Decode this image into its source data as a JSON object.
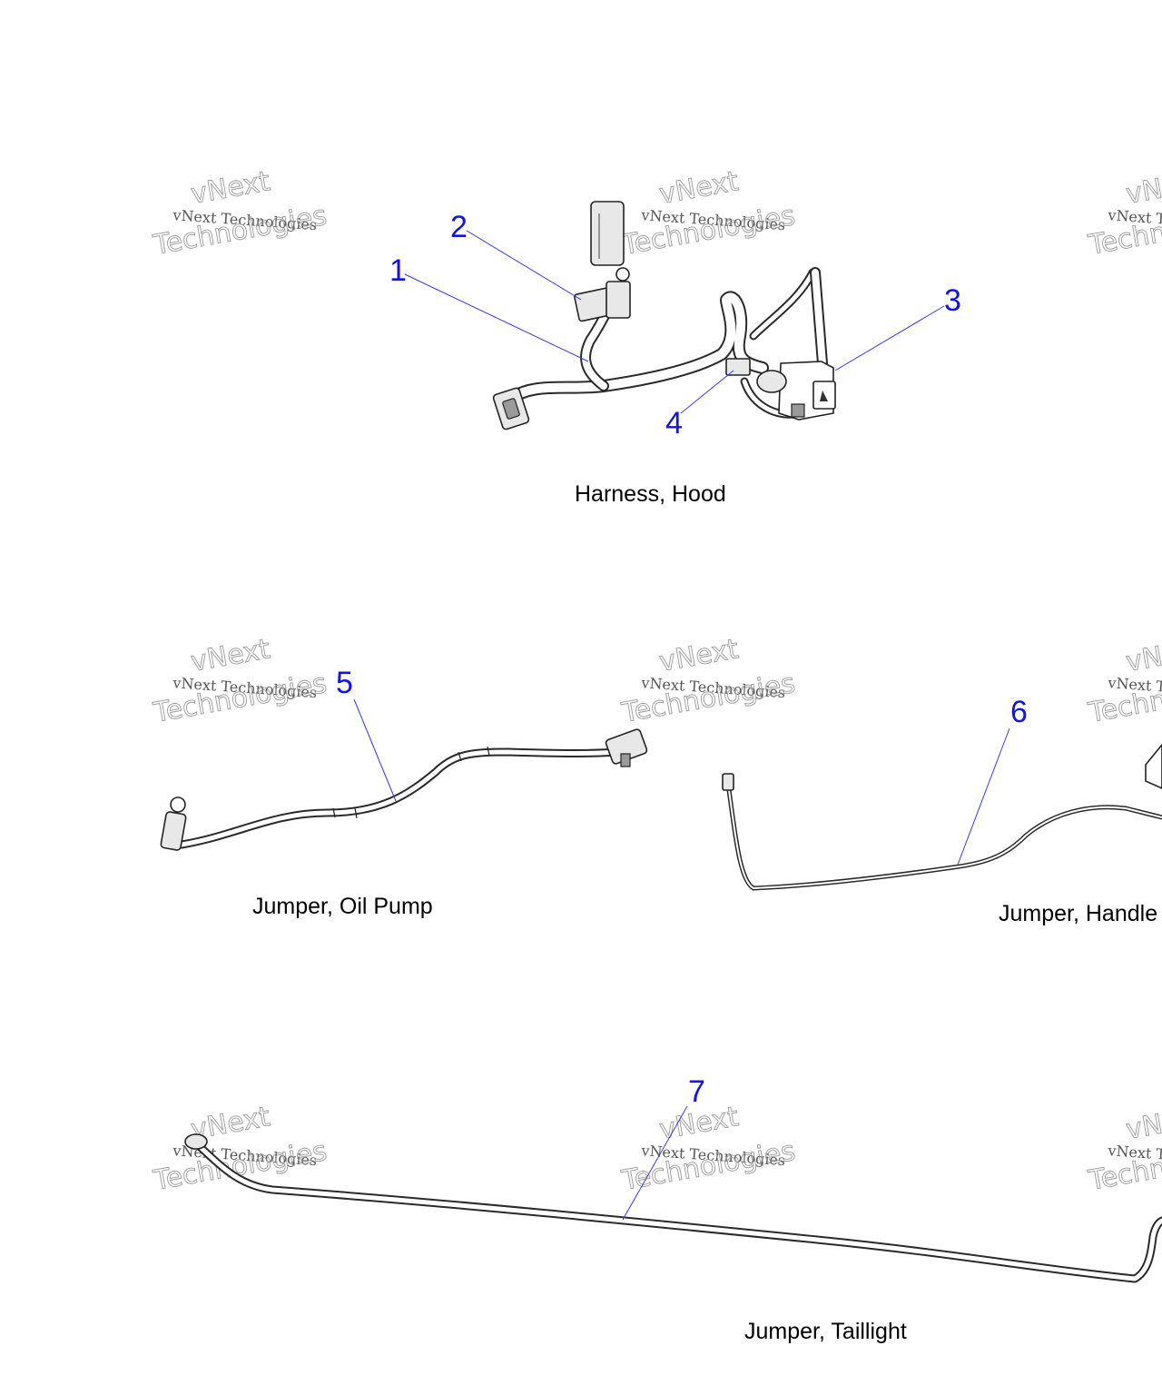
{
  "watermark": {
    "small": "vNext Technologies",
    "big_line1": "vNext",
    "big_line2": "Technologies"
  },
  "groups": [
    {
      "caption": "Harness, Hood"
    },
    {
      "caption": "Jumper, Oil Pump"
    },
    {
      "caption": "Jumper, Handle"
    },
    {
      "caption": "Jumper, Taillight"
    }
  ],
  "callouts": [
    "1",
    "2",
    "3",
    "4",
    "5",
    "6",
    "7"
  ],
  "colors": {
    "callout": "#1414e0",
    "leader": "#3a3ad8",
    "caption": "#000000",
    "linework": "#222222"
  }
}
